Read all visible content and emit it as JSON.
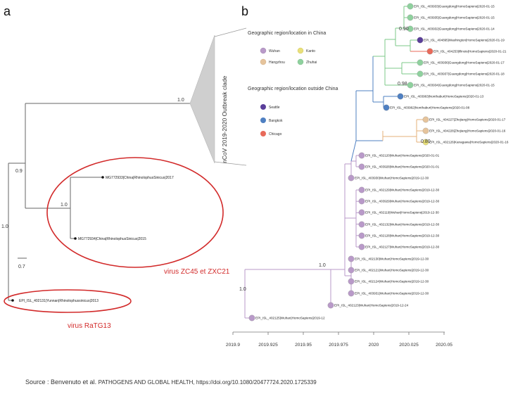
{
  "panel_a": {
    "label": "a",
    "clade_label": "nCoV 2019-2020 Outbreak clade",
    "support_values": [
      "1.0",
      "0.9",
      "1.0",
      "1.0"
    ],
    "tips": [
      "MG772933|China|RhinolophusSinicus|2017",
      "MG772934|China|RhinolophusSinicus|2015",
      "EPI_ISL_402131|Yunnan|Rhinolophussinicus|2013"
    ],
    "scale_bar": "0.7",
    "annotations": [
      "virus ZC45 et ZXC21",
      "virus RaTG13"
    ]
  },
  "panel_b": {
    "label": "b",
    "legend": {
      "china_title": "Geographic region/location in China",
      "china_items": [
        {
          "name": "Wuhan",
          "color": "#b99ac9"
        },
        {
          "name": "Kanto",
          "color": "#e9e07a"
        },
        {
          "name": "Hangzhou",
          "color": "#e6c49c"
        },
        {
          "name": "Zhuhai",
          "color": "#8fd19e"
        }
      ],
      "outside_title": "Geographic region/location outside China",
      "outside_items": [
        {
          "name": "Seattle",
          "color": "#5a3e9a"
        },
        {
          "name": "Bangkok",
          "color": "#4f80c2"
        },
        {
          "name": "Chicago",
          "color": "#e86a5a"
        }
      ]
    },
    "support_values": [
      "0.90",
      "0.98",
      "0.80",
      "1.0",
      "1.0"
    ],
    "tips": [
      {
        "label": "EPI_ISL_403933|Guangdong|HomoSapiens|2020-01-15",
        "color": "#8fd19e"
      },
      {
        "label": "EPI_ISL_403935|Guangdong|HomoSapiens|2020-01-15",
        "color": "#8fd19e"
      },
      {
        "label": "EPI_ISL_403932|Guangdong|HomoSapiens|2020-01-14",
        "color": "#8fd19e"
      },
      {
        "label": "EPI_ISL_404895|Washington|HomoSapiens|2020-01-19",
        "color": "#5a3e9a"
      },
      {
        "label": "EPI_ISL_404253|Illinois|HomoSapiens|2020-01-21",
        "color": "#e86a5a"
      },
      {
        "label": "EPI_ISL_403936|Guangdong|HomoSapiens|2020-01-17",
        "color": "#8fd19e"
      },
      {
        "label": "EPI_ISL_403937|Guangdong|HomoSapiens|2020-01-18",
        "color": "#8fd19e"
      },
      {
        "label": "EPI_ISL_403934|Guangdong|HomoSapiens|2020-01-15",
        "color": "#8fd19e"
      },
      {
        "label": "EPI_ISL_403963|Nonthaburi|HomoSapiens|2020-01-13",
        "color": "#4f80c2"
      },
      {
        "label": "EPI_ISL_403962|Nonthaburi|HomoSapiens|2020-01-08",
        "color": "#4f80c2"
      },
      {
        "label": "EPI_ISL_404227|Zhejiang|HomoSapiens|2020-01-17",
        "color": "#e6c49c"
      },
      {
        "label": "EPI_ISL_404228|Zhejiang|HomoSapiens|2020-01-16",
        "color": "#e6c49c"
      },
      {
        "label": "EPI_ISL_402126|Kanagawa|HomoSapiens|2020-01-16",
        "color": "#e9e07a"
      },
      {
        "label": "EPI_ISL_402120|Wuhan|HomoSapiens|2020-01-01",
        "color": "#b99ac9"
      },
      {
        "label": "EPI_ISL_403928|Wuhan|HomoSapiens|2020-01-01",
        "color": "#b99ac9"
      },
      {
        "label": "EPI_ISL_403930|Wuhan|HomoSapiens|2019-12-30",
        "color": "#b99ac9"
      },
      {
        "label": "EPI_ISL_402129|Wuhan|HomoSapiens|2019-12-30",
        "color": "#b99ac9"
      },
      {
        "label": "EPI_ISL_403929|Wuhan|HomoSapiens|2019-12-30",
        "color": "#b99ac9"
      },
      {
        "label": "EPI_ISL_402119|Wuhan|HomoSapiens|2019-12-30",
        "color": "#b99ac9"
      },
      {
        "label": "EPI_ISL_402132|Wuhan|HomoSapiens|2019-12-30",
        "color": "#b99ac9"
      },
      {
        "label": "EPI_ISL_402128|Wuhan|HomoSapiens|2019-12-30",
        "color": "#b99ac9"
      },
      {
        "label": "EPI_ISL_402127|Wuhan|HomoSapiens|2019-12-30",
        "color": "#b99ac9"
      },
      {
        "label": "EPI_ISL_402130|Wuhan|HomoSapiens|2019-12-30",
        "color": "#b99ac9"
      },
      {
        "label": "EPI_ISL_402121|Wuhan|HomoSapiens|2019-12-30",
        "color": "#b99ac9"
      },
      {
        "label": "EPI_ISL_402124|Wuhan|HomoSapiens|2019-12-30",
        "color": "#b99ac9"
      },
      {
        "label": "EPI_ISL_403931|Wuhan|HomoSapiens|2019-12-30",
        "color": "#b99ac9"
      },
      {
        "label": "EPI_ISL_402123|Wuhan|HomoSapiens|2019-12-24",
        "color": "#b99ac9"
      },
      {
        "label": "EPI_ISL_402125|Wuhan|HomoSapiens|2019-12",
        "color": "#b99ac9"
      }
    ],
    "axis_ticks": [
      "2019.9",
      "2019.925",
      "2019.95",
      "2019.975",
      "2020",
      "2020.025",
      "2020.05"
    ]
  },
  "source": {
    "prefix": "Source : Benvenuto et al. ",
    "journal": "PATHOGENS AND GLOBAL HEALTH, https://doi.org/10.1080/20477724.2020.1725339"
  },
  "colors": {
    "annotation_red": "#d22a2a",
    "branch_green": "#7cc98a",
    "branch_blue": "#4f80c2",
    "branch_orange": "#e6b27a",
    "branch_purple": "#b99ac9",
    "branch_red": "#e86a5a"
  }
}
